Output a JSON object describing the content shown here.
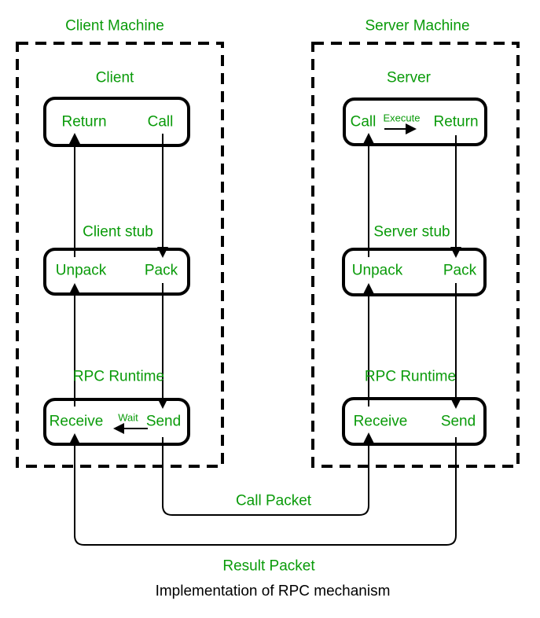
{
  "diagram": {
    "title": "Implementation of RPC mechanism",
    "colors": {
      "accent_green": "#0a9b0a",
      "line_black": "#000000",
      "background": "#ffffff"
    },
    "client_machine": {
      "label": "Client Machine",
      "app_label": "Client",
      "stub_label": "Client stub",
      "runtime_label": "RPC Runtime",
      "app_box": {
        "left": "Return",
        "right": "Call"
      },
      "stub_box": {
        "left": "Unpack",
        "right": "Pack"
      },
      "runtime_box": {
        "left": "Receive",
        "middle": "Wait",
        "right": "Send"
      }
    },
    "server_machine": {
      "label": "Server Machine",
      "app_label": "Server",
      "stub_label": "Server stub",
      "runtime_label": "RPC Runtime",
      "app_box": {
        "left": "Call",
        "middle": "Execute",
        "right": "Return"
      },
      "stub_box": {
        "left": "Unpack",
        "right": "Pack"
      },
      "runtime_box": {
        "left": "Receive",
        "right": "Send"
      }
    },
    "packets": {
      "call": "Call Packet",
      "result": "Result Packet"
    }
  }
}
